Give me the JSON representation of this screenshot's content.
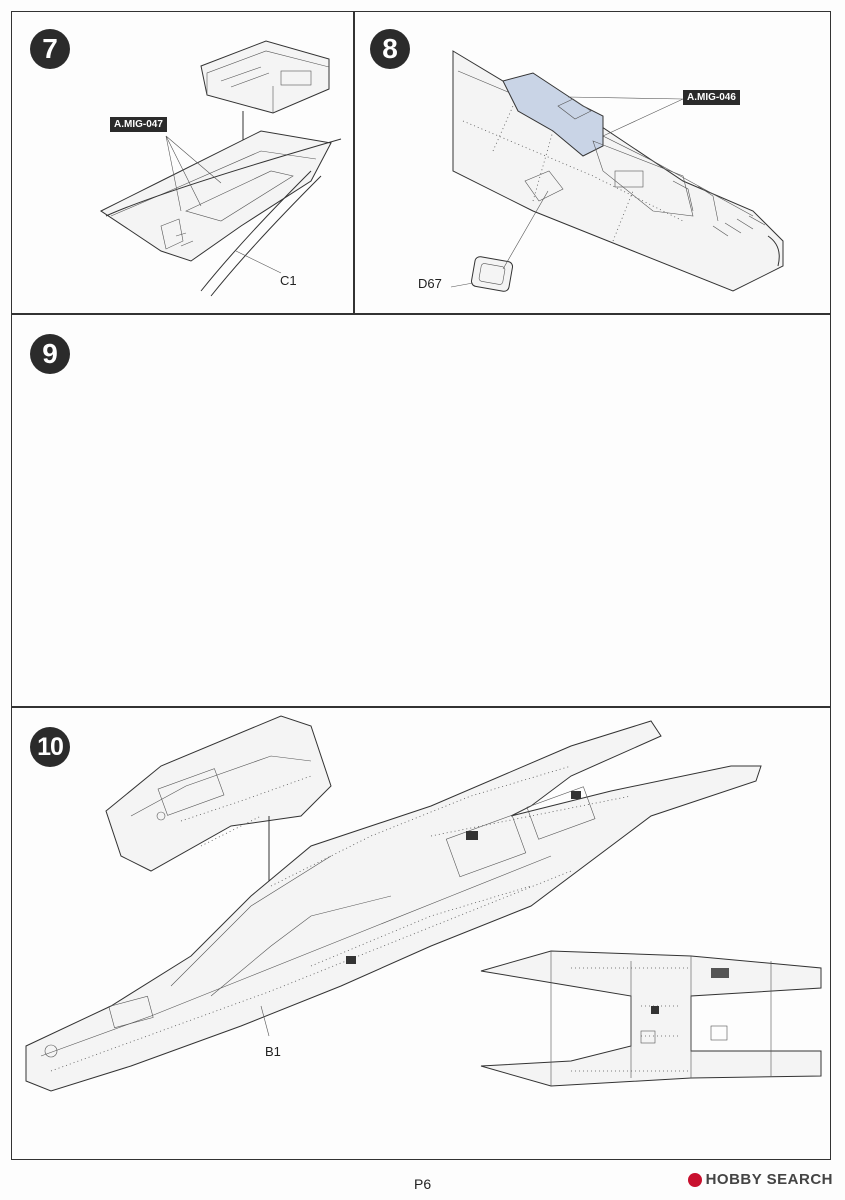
{
  "steps": [
    {
      "number": "7",
      "tag": "A.MIG-047",
      "part": "C1"
    },
    {
      "number": "8",
      "tag": "A.MIG-046",
      "part": "D67"
    },
    {
      "number": "9"
    },
    {
      "number": "10",
      "part": "B1"
    }
  ],
  "footer": {
    "page": "P6",
    "watermark": "HOBBY SEARCH"
  },
  "colors": {
    "paint_highlight": "#c9d4e6",
    "badge": "#2b2b2b"
  }
}
